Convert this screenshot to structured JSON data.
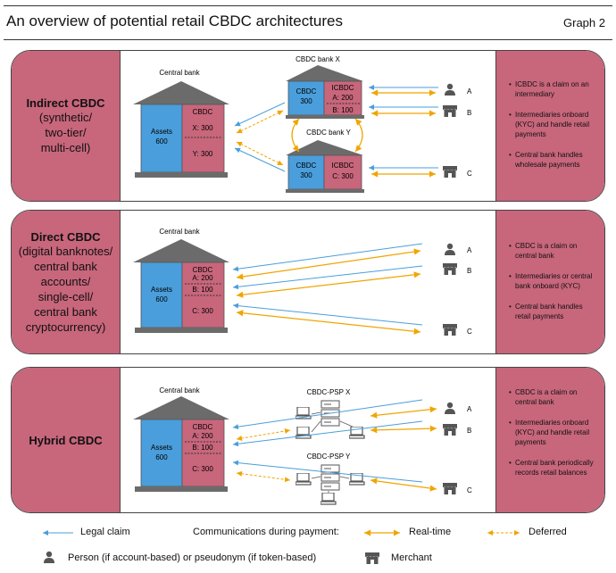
{
  "header": {
    "title": "An overview of potential retail CBDC architectures",
    "graph_label": "Graph 2"
  },
  "panels": {
    "indirect": {
      "name": "Indirect CBDC",
      "subtitle": [
        "(synthetic/",
        "two-tier/",
        "multi-cell)"
      ],
      "bullets": [
        "ICBDC is a claim on an intermediary",
        "Intermediaries onboard (KYC) and handle retail payments",
        "Central bank handles wholesale payments"
      ],
      "central_bank": "Central bank",
      "assets": "Assets",
      "assets_value": "600",
      "cbdc": "CBDC",
      "claim_x": "X: 300",
      "claim_y": "Y: 300",
      "bank_x": "CBDC bank X",
      "bank_y": "CBDC bank Y",
      "bank_cbdc": "CBDC",
      "bank_cbdc_value": "300",
      "icbdc": "ICBDC",
      "x_a": "A: 200",
      "x_b": "B: 100",
      "y_c": "C: 300",
      "users": [
        "A",
        "B",
        "C"
      ]
    },
    "direct": {
      "name": "Direct CBDC",
      "subtitle": [
        "(digital banknotes/",
        "central bank",
        "accounts/",
        "single-cell/",
        "central bank",
        "cryptocurrency)"
      ],
      "bullets": [
        "CBDC is a claim on central bank",
        "Intermediaries or central bank onboard (KYC)",
        "Central bank handles retail payments"
      ],
      "central_bank": "Central bank",
      "assets": "Assets",
      "assets_value": "600",
      "cbdc": "CBDC",
      "a": "A: 200",
      "b": "B: 100",
      "c": "C: 300",
      "users": [
        "A",
        "B",
        "C"
      ]
    },
    "hybrid": {
      "name": "Hybrid CBDC",
      "bullets": [
        "CBDC is a claim on central bank",
        "Intermediaries onboard (KYC) and handle retail payments",
        "Central bank periodically records retail balances"
      ],
      "central_bank": "Central bank",
      "assets": "Assets",
      "assets_value": "600",
      "cbdc": "CBDC",
      "a": "A: 200",
      "b": "B: 100",
      "c": "C: 300",
      "psp_x": "CBDC-PSP X",
      "psp_y": "CBDC-PSP Y",
      "users": [
        "A",
        "B",
        "C"
      ]
    }
  },
  "legend": {
    "legal_claim": "Legal claim",
    "communications": "Communications during payment:",
    "real_time": "Real-time",
    "deferred": "Deferred",
    "person": "Person (if account-based) or pseudonym (if token-based)",
    "merchant": "Merchant"
  },
  "colors": {
    "panel_fill": "#c8667c",
    "bank_blue": "#4a9edb",
    "bank_pink": "#c8667c",
    "roof": "#6b6b6b",
    "claim_arrow": "#4a9edb",
    "payment_arrow": "#f0a500"
  }
}
